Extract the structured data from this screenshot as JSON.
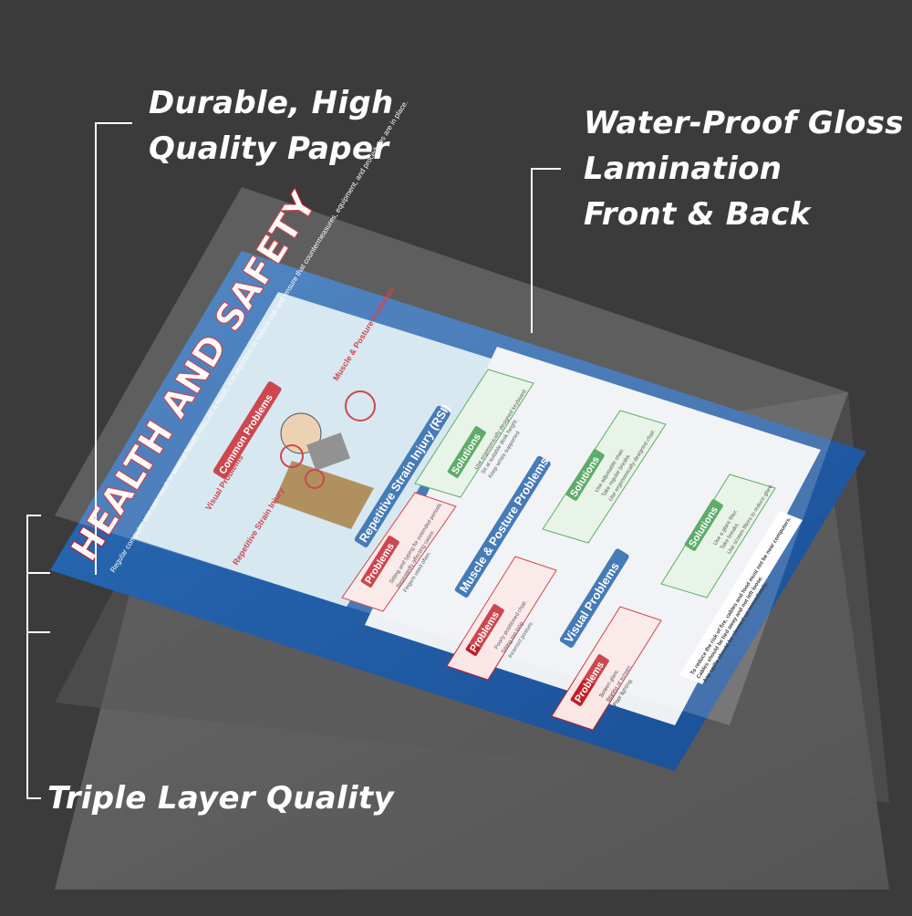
{
  "callouts": {
    "paper": [
      "Durable, High",
      "Quality Paper"
    ],
    "lamination": [
      "Water-Proof Gloss",
      "Lamination",
      "Front & Back"
    ],
    "triple": "Triple Layer Quality"
  },
  "poster": {
    "title": "HEALTH AND SAFETY",
    "intro": "Regular computer use can result in several health risks. As a result, it is important to reduce risk and ensure that countermeasures, equipment, and procedures are in place.",
    "common_problems": "Common Problems",
    "labels": {
      "visual": "Visual Problems",
      "muscle": "Muscle & Posture Problems",
      "rsi_label": "Repetitive Strain Injury"
    },
    "sections": [
      {
        "title": "Repetitive Strain Injury (RSI)",
        "problems_tag": "Problems",
        "solutions_tag": "Solutions",
        "problems": [
          "Sitting and typing for extended periods.",
          "Repeatedly affecting cases.",
          "Fingers used often."
        ],
        "solutions": [
          "Use ergonomically designed keyboard.",
          "Sit at suitable desk height.",
          "Keep wrists supported."
        ]
      },
      {
        "title": "Muscle & Posture Problems",
        "problems_tag": "Problems",
        "solutions_tag": "Solutions",
        "problems": [
          "Poorly positioned chair.",
          "Sitting too long.",
          "Incorrect posture."
        ],
        "solutions": [
          "Use adjustable chair.",
          "Take regular breaks.",
          "Use ergonomically designed chair."
        ]
      },
      {
        "title": "Visual Problems",
        "problems_tag": "Problems",
        "solutions_tag": "Solutions",
        "problems": [
          "Screen glare.",
          "Staring at screen.",
          "Poor lighting."
        ],
        "solutions": [
          "Use a glare filter.",
          "Take breaks.",
          "Use screen filters to reduce glare."
        ]
      }
    ],
    "footer": [
      "To reduce the risk of fire, cables and food must not be near computers.",
      "Cables should be tied away and not left loose.",
      "Any spills should be cleaned up immediately."
    ]
  },
  "colors": {
    "background": "#3b3b3b",
    "poster_blue": "#1d5ea8",
    "problem_red": "#c21f28",
    "solution_green": "#3a9a49",
    "text_white": "#ffffff"
  }
}
